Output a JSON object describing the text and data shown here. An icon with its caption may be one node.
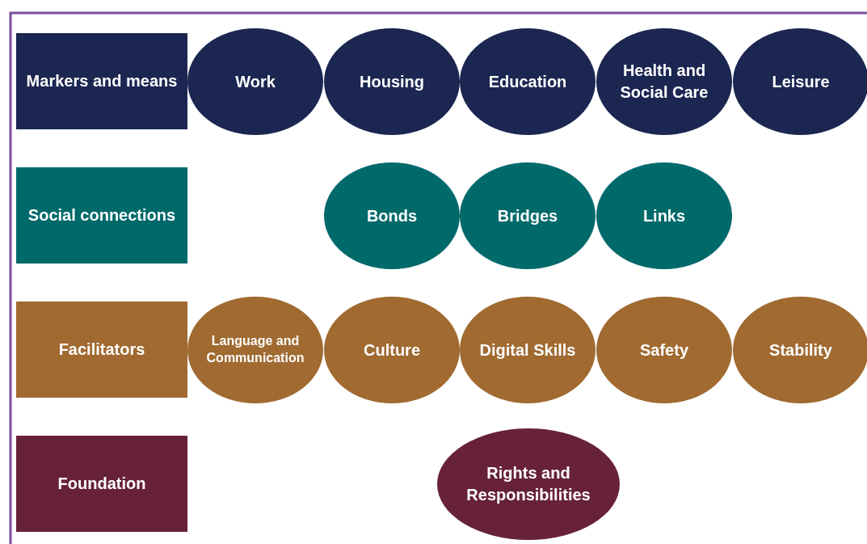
{
  "diagram": {
    "nodes": [
      {
        "text": [
          "Markers and means"
        ]
      },
      {
        "text": [
          "Work"
        ]
      },
      {
        "text": [
          "Housing"
        ]
      },
      {
        "text": [
          "Education"
        ]
      },
      {
        "text": [
          "Health and Social Care"
        ]
      },
      {
        "text": [
          "Leisure"
        ]
      },
      {
        "text": [
          "Social connections"
        ]
      },
      {
        "text": [
          "Bonds"
        ]
      },
      {
        "text": [
          "Bridges"
        ]
      },
      {
        "text": [
          "Links"
        ]
      },
      {
        "text": [
          "Facilitators"
        ]
      },
      {
        "text": [
          "Language and Communication"
        ]
      },
      {
        "text": [
          "Culture"
        ]
      },
      {
        "text": [
          "Digital Skills"
        ]
      },
      {
        "text": [
          "Safety"
        ]
      },
      {
        "text": [
          "Stability"
        ]
      },
      {
        "text": [
          "Foundation"
        ]
      },
      {
        "text": [
          "Rights and Responsibilities"
        ]
      }
    ]
  }
}
